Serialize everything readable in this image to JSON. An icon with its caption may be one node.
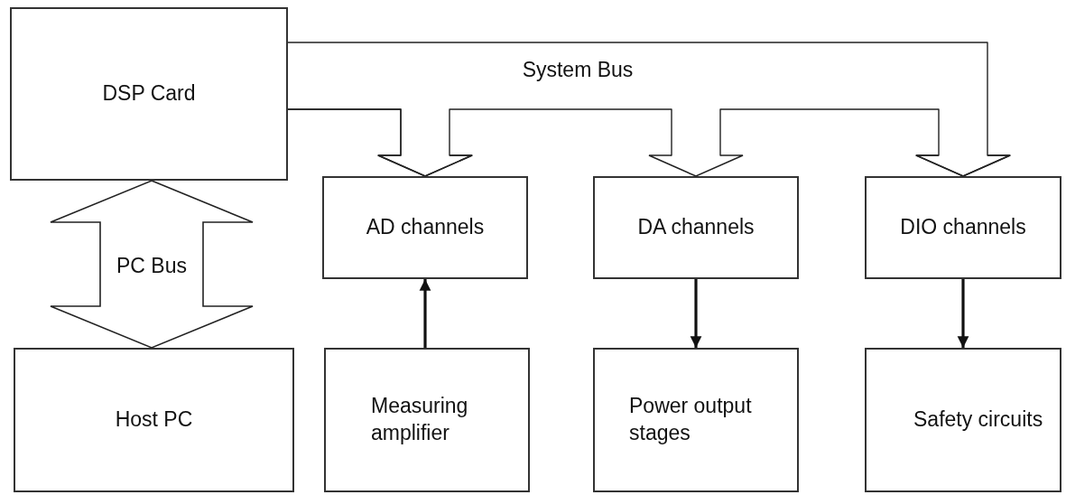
{
  "diagram": {
    "nodes": [
      {
        "text": [
          "DSP Card"
        ]
      },
      {
        "text": [
          "AD channels"
        ]
      },
      {
        "text": [
          "DA channels"
        ]
      },
      {
        "text": [
          "DIO channels"
        ]
      },
      {
        "text": [
          "Host PC"
        ]
      },
      {
        "text": [
          "Measuring amplifier"
        ]
      },
      {
        "text": [
          "Power output stages"
        ]
      },
      {
        "text": [
          "Safety circuits"
        ]
      }
    ],
    "edges": [
      {
        "from": 0,
        "to": 1,
        "arrow": "to"
      },
      {
        "from": 0,
        "to": 2,
        "arrow": "to"
      },
      {
        "from": 0,
        "to": 3,
        "arrow": "to"
      },
      {
        "from": 0,
        "to": 4,
        "arrow": "both",
        "style": "thick",
        "label": "PC Bus"
      },
      {
        "from": 5,
        "to": 1,
        "arrow": "to",
        "style": "thick"
      },
      {
        "from": 2,
        "to": 6,
        "arrow": "to",
        "style": "thick"
      },
      {
        "from": 3,
        "to": 7,
        "arrow": "to",
        "style": "thick"
      }
    ],
    "labels": [
      "System Bus"
    ]
  }
}
